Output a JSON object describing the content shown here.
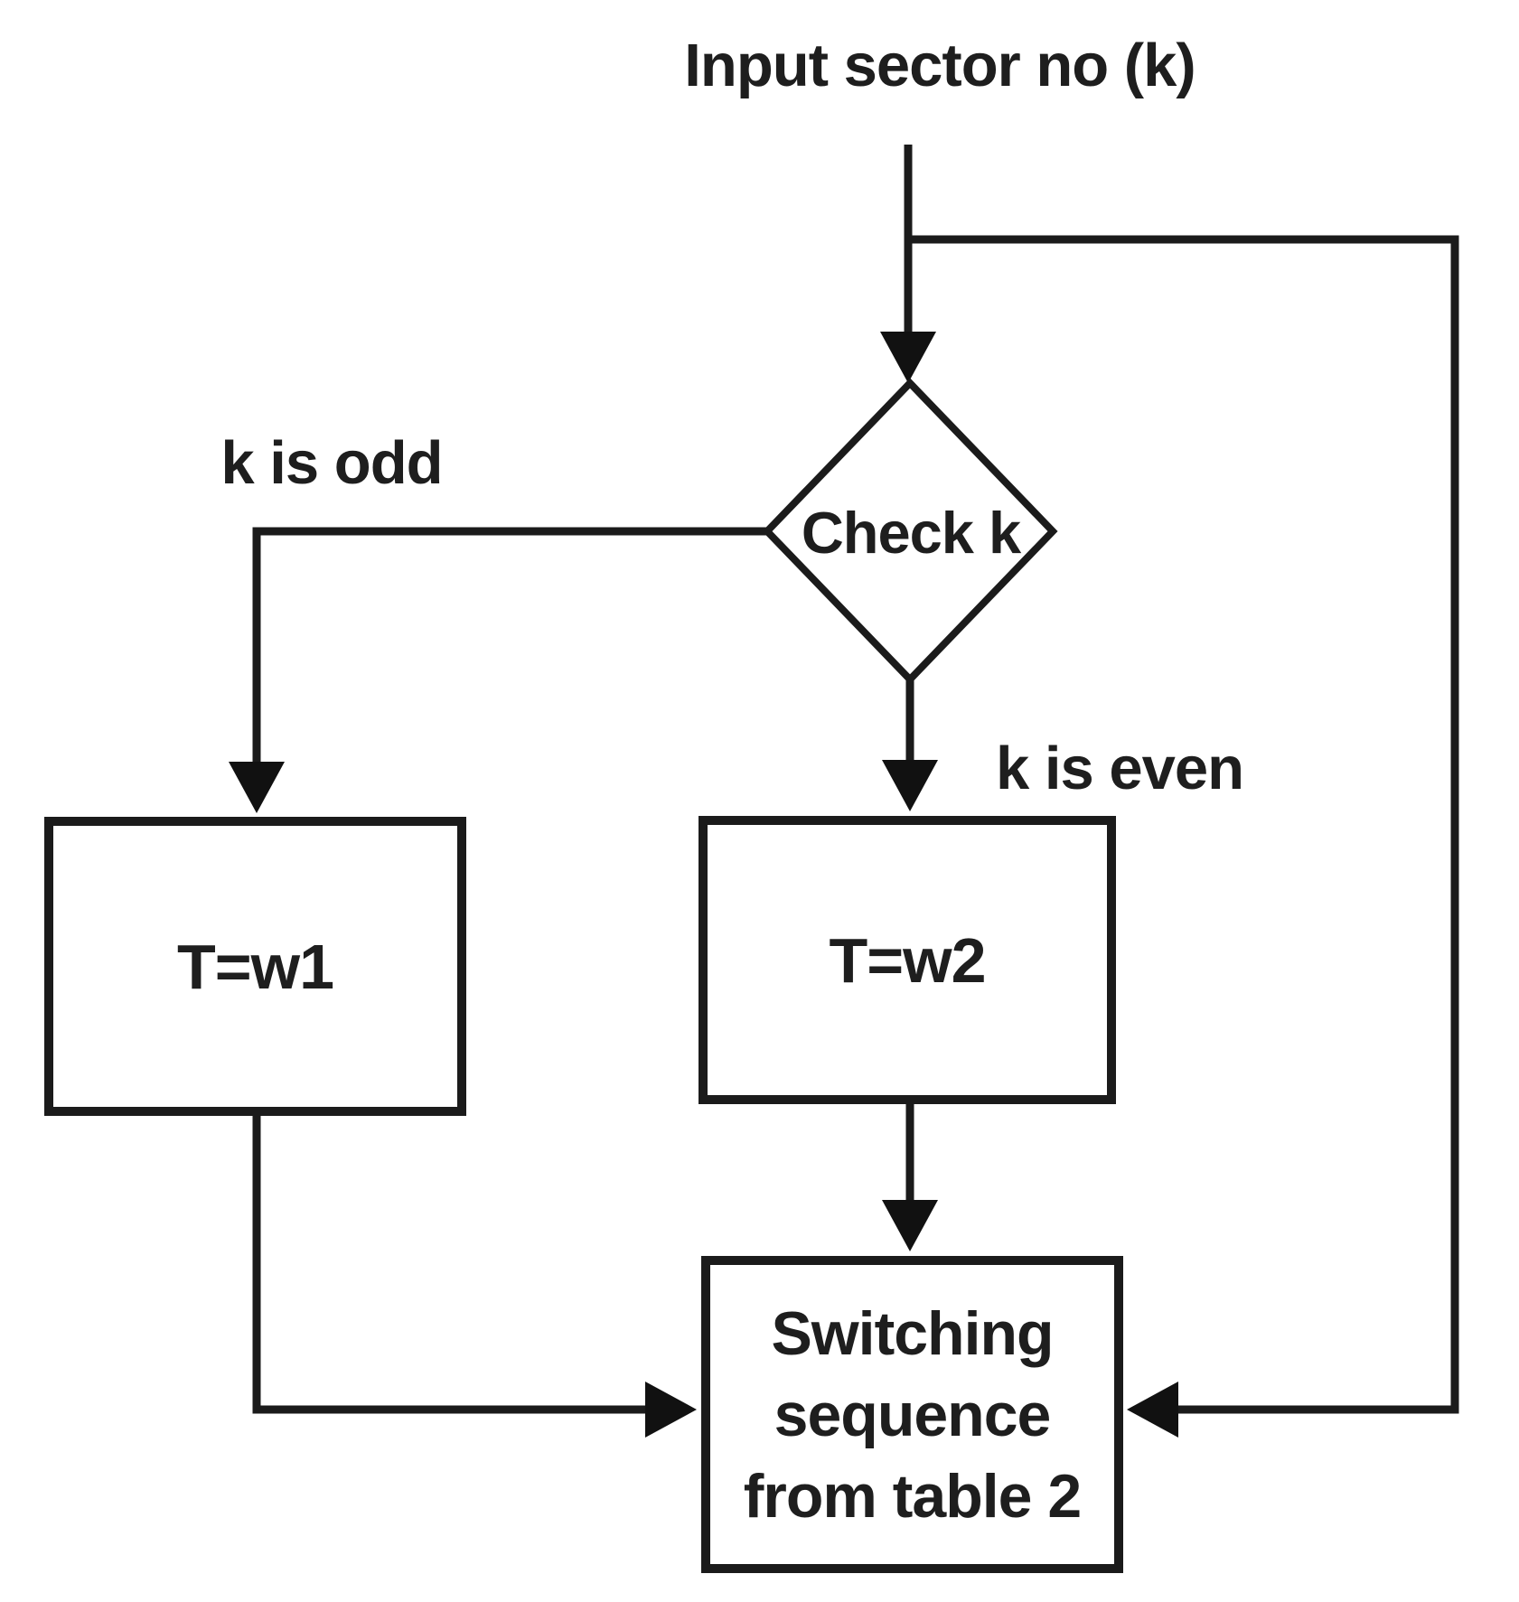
{
  "diagram": {
    "title": "Input sector no (k)",
    "decision": {
      "label": "Check k"
    },
    "branch_labels": {
      "odd": "k is odd",
      "even": "k is even"
    },
    "process_nodes": {
      "t_w1": {
        "label": "T=w1"
      },
      "t_w2": {
        "label": "T=w2"
      }
    },
    "output_node": {
      "lines": [
        "Switching",
        "sequence",
        "from table 2"
      ]
    },
    "colors": {
      "stroke": "#1b1b1b",
      "text": "#1e1e1e",
      "background": "#ffffff"
    }
  }
}
